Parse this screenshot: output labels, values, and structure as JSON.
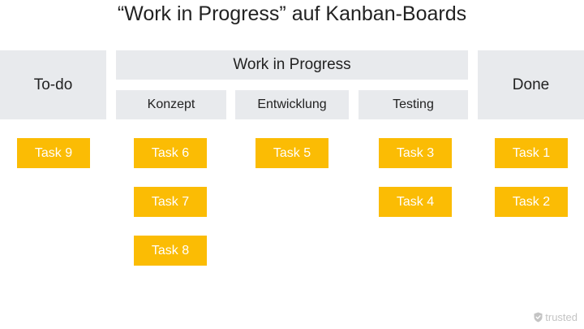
{
  "title": "“Work in Progress” auf Kanban-Boards",
  "columns": {
    "todo": "To-do",
    "wip": "Work in Progress",
    "konzept": "Konzept",
    "entwicklung": "Entwicklung",
    "testing": "Testing",
    "done": "Done"
  },
  "tasks": {
    "todo": [
      "Task 9"
    ],
    "konzept": [
      "Task 6",
      "Task 7",
      "Task 8"
    ],
    "entwicklung": [
      "Task 5"
    ],
    "testing": [
      "Task 3",
      "Task 4"
    ],
    "done": [
      "Task 1",
      "Task 2"
    ]
  },
  "colors": {
    "header_bg": "#e8eaed",
    "task_bg": "#fbbc04",
    "task_text": "#ffffff"
  },
  "brand": {
    "text": "trusted",
    "icon": "shield-check-icon"
  }
}
